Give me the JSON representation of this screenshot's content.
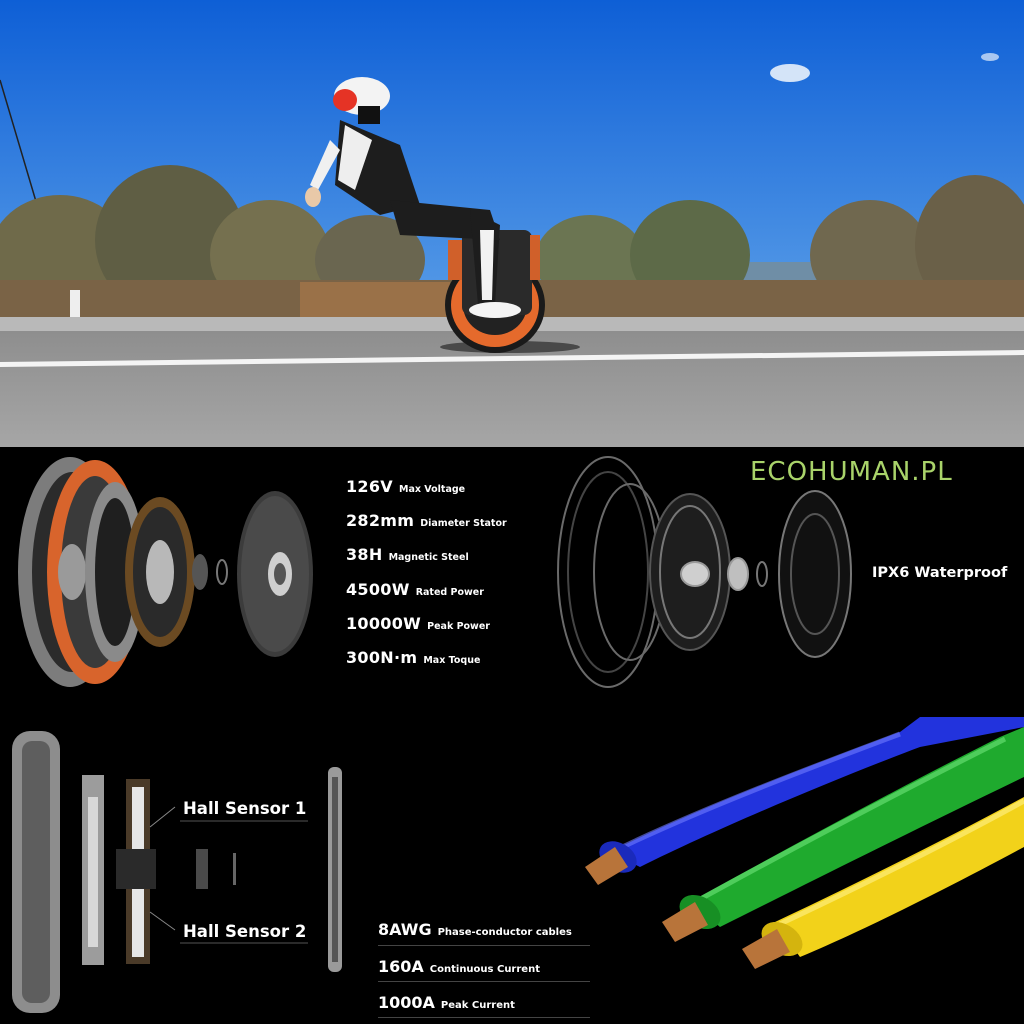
{
  "watermark": "ECOHUMAN.PL",
  "motor_specs": [
    {
      "value": "126V",
      "label": "Max Voltage"
    },
    {
      "value": "282mm",
      "label": "Diameter Stator"
    },
    {
      "value": "38H",
      "label": "Magnetic Steel"
    },
    {
      "value": "4500W",
      "label": "Rated Power"
    },
    {
      "value": "10000W",
      "label": "Peak Power"
    },
    {
      "value": "300N·m",
      "label": "Max Toque"
    }
  ],
  "waterproof": "IPX6 Waterproof",
  "hall_sensors": [
    "Hall Sensor 1",
    "Hall Sensor 2"
  ],
  "cable_specs": [
    {
      "value": "8AWG",
      "label": "Phase-conductor cables"
    },
    {
      "value": "160A",
      "label": "Continuous Current"
    },
    {
      "value": "1000A",
      "label": "Peak Current"
    }
  ],
  "colors": {
    "sky": "#1f6fd8",
    "tire_orange": "#e0632a",
    "watermark": "#a9d36a",
    "cable_blue": "#2233dd",
    "cable_green": "#1faa2e",
    "cable_yellow": "#f2d21a",
    "copper": "#b8743a"
  }
}
